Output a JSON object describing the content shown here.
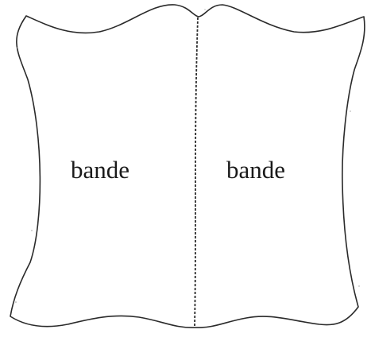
{
  "diagram": {
    "shape": "hide outline divided by dashed center line",
    "regions": [
      {
        "label": "bande"
      },
      {
        "label": "bande"
      }
    ]
  }
}
